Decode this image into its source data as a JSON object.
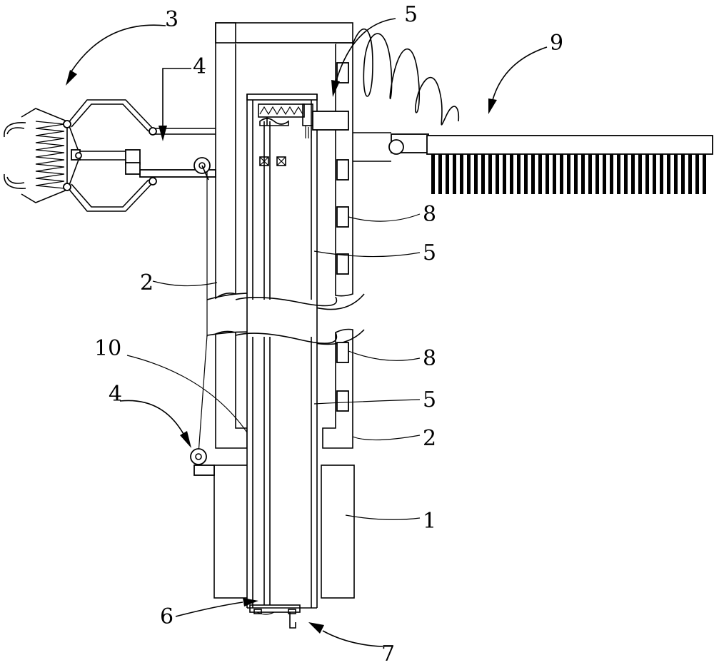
{
  "labels": {
    "l1": "1",
    "l2a": "2",
    "l2b": "2",
    "l3": "3",
    "l4a": "4",
    "l4b": "4",
    "l5a": "5",
    "l5b": "5",
    "l5c": "5",
    "l6": "6",
    "l7": "7",
    "l8a": "8",
    "l8b": "8",
    "l9": "9",
    "l10": "10"
  }
}
